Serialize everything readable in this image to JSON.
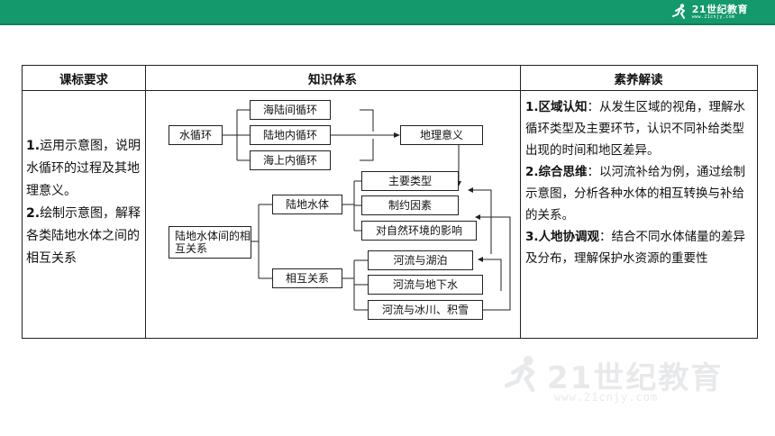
{
  "brand": {
    "logo_text": "21世纪教育",
    "logo_sub": "www.21cnjy.com",
    "watermark_text": "21世纪教育",
    "watermark_sub": "www.21cnjy.com"
  },
  "table": {
    "headers": [
      "课标要求",
      "知识体系",
      "素养解读"
    ],
    "requirements": [
      {
        "num": "1.",
        "text": "运用示意图，说明水循环的过程及其地理意义。"
      },
      {
        "num": "2.",
        "text": "绘制示意图，解释各类陆地水体之间的相互关系"
      }
    ],
    "diagram": {
      "water_cycle": "水循环",
      "cycle_types": [
        "海陆间循环",
        "陆地内循环",
        "海上内循环"
      ],
      "geo_significance": "地理意义",
      "relation_root": "陆地水体间的相互关系",
      "land_water": "陆地水体",
      "land_water_items": [
        "主要类型",
        "制约因素",
        "对自然环境的影响"
      ],
      "mutual_relation": "相互关系",
      "mutual_items": [
        "河流与湖泊",
        "河流与地下水",
        "河流与冰川、积雪"
      ]
    },
    "literacy": [
      {
        "head": "1.区域认知",
        "body": "：从发生区域的视角，理解水循环类型及主要环节，认识不同补给类型出现的时间和地区差异。"
      },
      {
        "head": "2.综合思维",
        "body": "：以河流补给为例，通过绘制示意图，分析各种水体的相互转换与补给的关系。"
      },
      {
        "head": "3.人地协调观",
        "body": "：结合不同水体储量的差异及分布，理解保护水资源的重要性"
      }
    ]
  }
}
